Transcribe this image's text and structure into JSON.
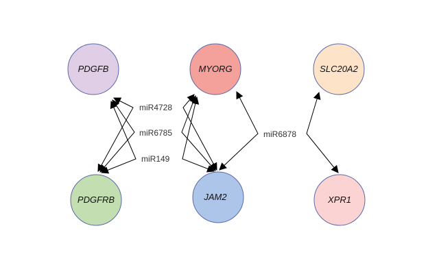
{
  "nodes": [
    {
      "id": "PDGFB",
      "label": "PDGFB",
      "color": "#e0cde6"
    },
    {
      "id": "MYORG",
      "label": "MYORG",
      "color": "#f4a19c"
    },
    {
      "id": "SLC20A2",
      "label": "SLC20A2",
      "color": "#fde4c8"
    },
    {
      "id": "PDGFRB",
      "label": "PDGFRB",
      "color": "#c3deb0"
    },
    {
      "id": "JAM2",
      "label": "JAM2",
      "color": "#adc5e8"
    },
    {
      "id": "XPR1",
      "label": "XPR1",
      "color": "#fbd3d3"
    }
  ],
  "edge_labels": [
    {
      "id": "miR4728",
      "label": "miR4728"
    },
    {
      "id": "miR6785",
      "label": "miR6785"
    },
    {
      "id": "miR149",
      "label": "miR149"
    },
    {
      "id": "miR6878",
      "label": "miR6878"
    }
  ],
  "edges": [
    {
      "from": "PDGFRB",
      "to": "PDGFB",
      "via": "miR4728"
    },
    {
      "from": "PDGFRB",
      "to": "PDGFB",
      "via": "miR6785"
    },
    {
      "from": "PDGFRB",
      "to": "PDGFB",
      "via": "miR149"
    },
    {
      "from": "MYORG",
      "to": "JAM2",
      "via": "miR4728"
    },
    {
      "from": "MYORG",
      "to": "JAM2",
      "via": "miR6785"
    },
    {
      "from": "MYORG",
      "to": "JAM2",
      "via": "miR149"
    },
    {
      "from": "JAM2",
      "to": "MYORG",
      "via": "miR6878"
    },
    {
      "from": "SLC20A2",
      "to": "XPR1",
      "via": "miR6878"
    }
  ]
}
